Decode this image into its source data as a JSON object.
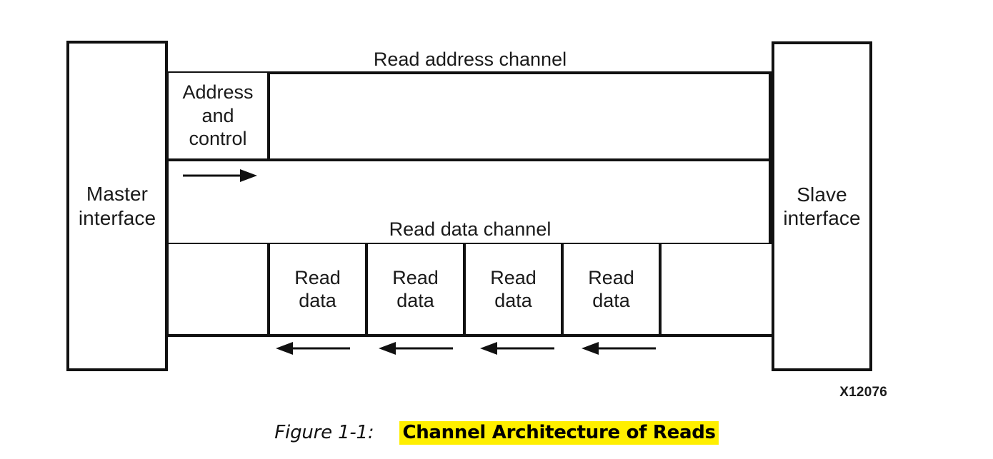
{
  "figure": {
    "code": "X12076",
    "caption_number": "Figure 1-1:",
    "caption_title": "Channel Architecture of Reads",
    "highlight_color": "#ffef00",
    "line_color": "#111111",
    "background_color": "#ffffff"
  },
  "endpoints": {
    "master": {
      "label": "Master\ninterface"
    },
    "slave": {
      "label": "Slave\ninterface"
    }
  },
  "channels": [
    {
      "id": "read-address-channel",
      "title": "Read address channel",
      "direction": "master-to-slave",
      "cells": [
        {
          "label": "Address\nand\ncontrol"
        }
      ],
      "arrows": 1
    },
    {
      "id": "read-data-channel",
      "title": "Read data channel",
      "direction": "slave-to-master",
      "cells": [
        {
          "label": "Read\ndata"
        },
        {
          "label": "Read\ndata"
        },
        {
          "label": "Read\ndata"
        },
        {
          "label": "Read\ndata"
        }
      ],
      "arrows": 4
    }
  ],
  "icons": {
    "arrow_right": "arrow-right-icon",
    "arrow_left": "arrow-left-icon"
  }
}
